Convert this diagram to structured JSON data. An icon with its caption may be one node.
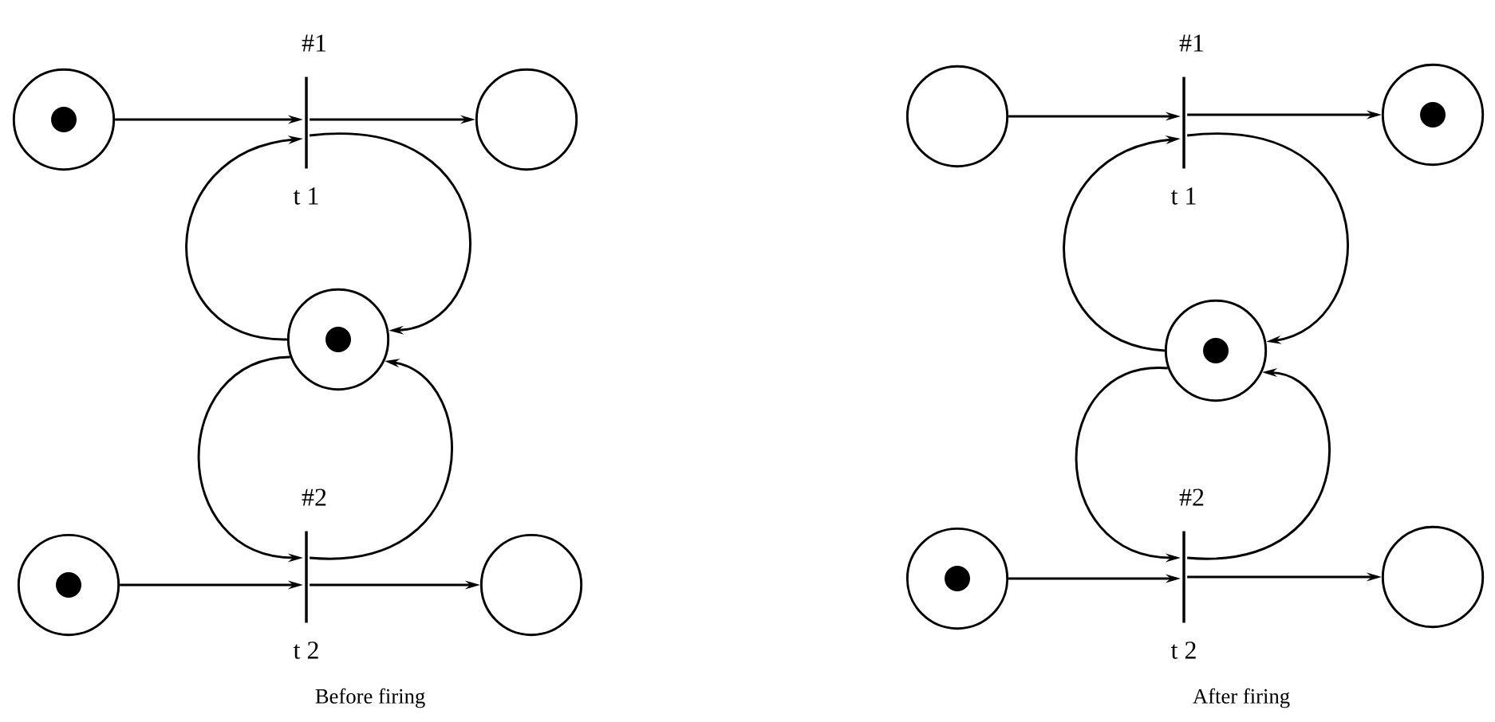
{
  "diagram": {
    "nodes": [
      {
        "text": [],
        "shape": "circle"
      },
      {
        "text": [
          "#1",
          "t 1"
        ]
      },
      {
        "text": [],
        "shape": "circle"
      },
      {
        "text": [],
        "shape": "circle"
      },
      {
        "text": [],
        "shape": "circle"
      },
      {
        "text": [
          "#2",
          "t 2"
        ]
      },
      {
        "text": [],
        "shape": "circle"
      },
      {
        "text": [],
        "shape": "circle"
      },
      {
        "text": [
          "#1",
          "t 1"
        ]
      },
      {
        "text": [],
        "shape": "circle"
      },
      {
        "text": [],
        "shape": "circle"
      },
      {
        "text": [],
        "shape": "circle"
      },
      {
        "text": [
          "#2",
          "t 2"
        ]
      },
      {
        "text": [],
        "shape": "circle"
      },
      {
        "text": [],
        "shape": "dot",
        "in": 0
      },
      {
        "text": [],
        "shape": "dot",
        "in": 3
      },
      {
        "text": [],
        "shape": "dot",
        "in": 4
      },
      {
        "text": [],
        "shape": "dot",
        "in": 9
      },
      {
        "text": [],
        "shape": "dot",
        "in": 10
      },
      {
        "text": [],
        "shape": "dot",
        "in": 11
      }
    ],
    "edges": [
      {
        "from": 0,
        "to": 1,
        "arrow": "to"
      },
      {
        "from": 1,
        "to": 2,
        "arrow": "to"
      },
      {
        "from": 3,
        "to": 1,
        "arrow": "to"
      },
      {
        "from": 1,
        "to": 3,
        "arrow": "to"
      },
      {
        "from": 3,
        "to": 5,
        "arrow": "to"
      },
      {
        "from": 5,
        "to": 3,
        "arrow": "to"
      },
      {
        "from": 4,
        "to": 5,
        "arrow": "to"
      },
      {
        "from": 5,
        "to": 6,
        "arrow": "to"
      },
      {
        "from": 7,
        "to": 8,
        "arrow": "to"
      },
      {
        "from": 8,
        "to": 9,
        "arrow": "to"
      },
      {
        "from": 10,
        "to": 8,
        "arrow": "to"
      },
      {
        "from": 8,
        "to": 10,
        "arrow": "to"
      },
      {
        "from": 10,
        "to": 12,
        "arrow": "to"
      },
      {
        "from": 12,
        "to": 10,
        "arrow": "to"
      },
      {
        "from": 11,
        "to": 12,
        "arrow": "to"
      },
      {
        "from": 12,
        "to": 13,
        "arrow": "to"
      }
    ],
    "labels": [
      "Before firing",
      "After firing"
    ]
  }
}
